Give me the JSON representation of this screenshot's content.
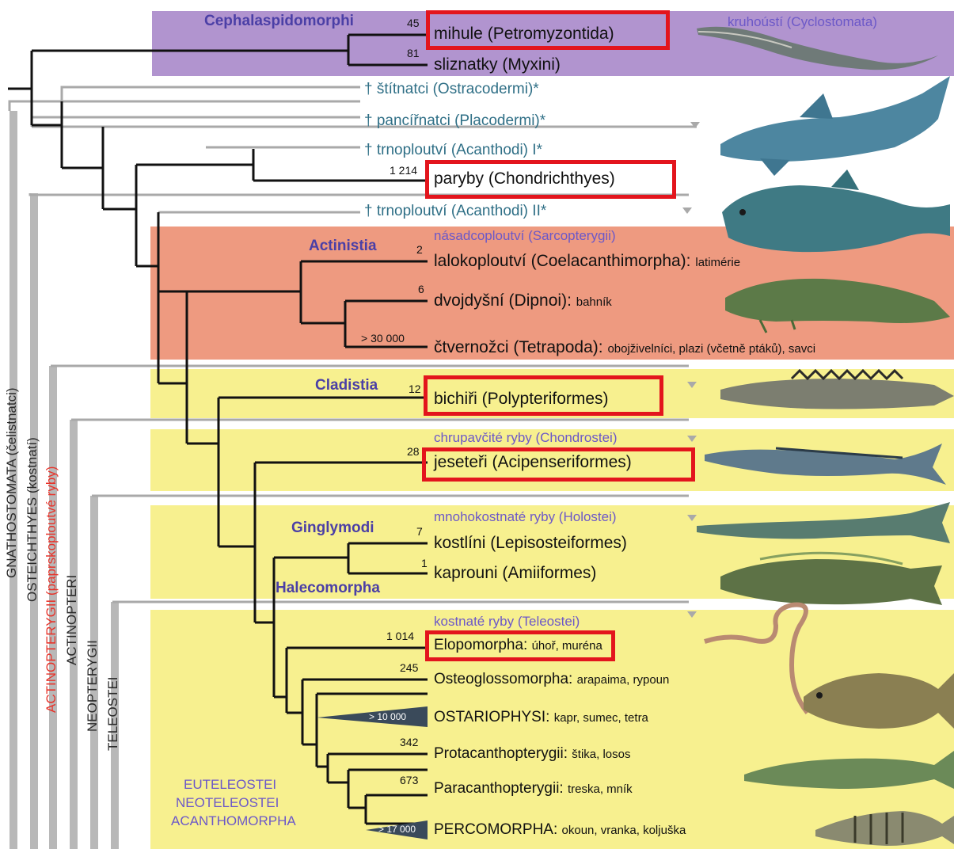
{
  "groups": {
    "cephalaspidomorphi": "Cephalaspidomorphi",
    "cyclostomata": "kruhoústí (Cyclostomata)",
    "actinistia": "Actinistia",
    "sarcopterygii": "násadcoploutví (Sarcopterygii)",
    "cladistia": "Cladistia",
    "chondrostei": "chrupavčité ryby (Chondrostei)",
    "ginglymodi": "Ginglymodi",
    "holostei": "mnohokostnaté ryby (Holostei)",
    "halecomorpha": "Halecomorpha",
    "teleostei": "kostnaté ryby (Teleostei)",
    "euteleostei": "EUTELEOSTEI",
    "neoteleostei": "NEOTELEOSTEI",
    "acanthomorpha": "ACANTHOMORPHA"
  },
  "taxa": {
    "mihule": {
      "label": "mihule (Petromyzontida)",
      "count": "45"
    },
    "sliznatky": {
      "label": "sliznatky (Myxini)",
      "count": "81"
    },
    "ostracodermi": {
      "label": "† štítnatci (Ostracodermi)*"
    },
    "placodermi": {
      "label": "† pancířnatci (Placodermi)*"
    },
    "acanthodi1": {
      "label": "† trnoploutví (Acanthodi) I*"
    },
    "paryby": {
      "label": "paryby (Chondrichthyes)",
      "count": "1 214"
    },
    "acanthodi2": {
      "label": "† trnoploutví (Acanthodi) II*"
    },
    "lalokoploutvi": {
      "label": "lalokoploutví (Coelacanthimorpha):",
      "note": "latimérie",
      "count": "2"
    },
    "dvojdysni": {
      "label": "dvojdyšní (Dipnoi):",
      "note": "bahník",
      "count": "6"
    },
    "ctvernozci": {
      "label": "čtvernožci (Tetrapoda):",
      "note": "obojživelníci, plazi (včetně ptáků), savci",
      "count": "> 30 000"
    },
    "bichiri": {
      "label": "bichiři (Polypteriformes)",
      "count": "12"
    },
    "jeseteri": {
      "label": "jeseteři (Acipenseriformes)",
      "count": "28"
    },
    "kostlini": {
      "label": "kostlíni (Lepisosteiformes)",
      "count": "7"
    },
    "kaprouni": {
      "label": "kaprouni (Amiiformes)",
      "count": "1"
    },
    "elopomorpha": {
      "label": "Elopomorpha:",
      "note": "úhoř, muréna",
      "count": "1 014"
    },
    "osteoglossomorpha": {
      "label": "Osteoglossomorpha:",
      "note": "arapaima, rypoun",
      "count": "245"
    },
    "ostariophysi": {
      "label": "OSTARIOPHYSI:",
      "note": "kapr, sumec, tetra",
      "count": "> 10 000"
    },
    "protacanthopterygii": {
      "label": "Protacanthopterygii:",
      "note": "štika, losos",
      "count": "342"
    },
    "paracanthopterygii": {
      "label": "Paracanthopterygii:",
      "note": "treska, mník",
      "count": "673"
    },
    "percomorpha": {
      "label": "PERCOMORPHA:",
      "note": "okoun, vranka, koljuška",
      "count": "> 17 000"
    }
  },
  "vertical_labels": {
    "gnathostomata": "GNATHOSTOMATA (čelistnatci)",
    "osteichthyes": "OSTEICHTHYES (kostnatí)",
    "actinopterygii": "ACTINOPTERYGII (paprskoploutvé ryby)",
    "actinopteri": "ACTINOPTERI",
    "neopterygii": "NEOPTERYGII",
    "teleostei": "TELEOSTEI"
  },
  "colors": {
    "purple_band": "#b194cf",
    "salmon_band": "#ee9a80",
    "yellow_band": "#f7f08f",
    "highlight": "#e3151d",
    "group_label": "#4b3fa6",
    "extinct_label": "#2f6f86",
    "actinopterygii_label": "#e8332a"
  },
  "highlighted": [
    "mihule",
    "paryby",
    "bichiri",
    "jeseteri",
    "elopomorpha"
  ]
}
